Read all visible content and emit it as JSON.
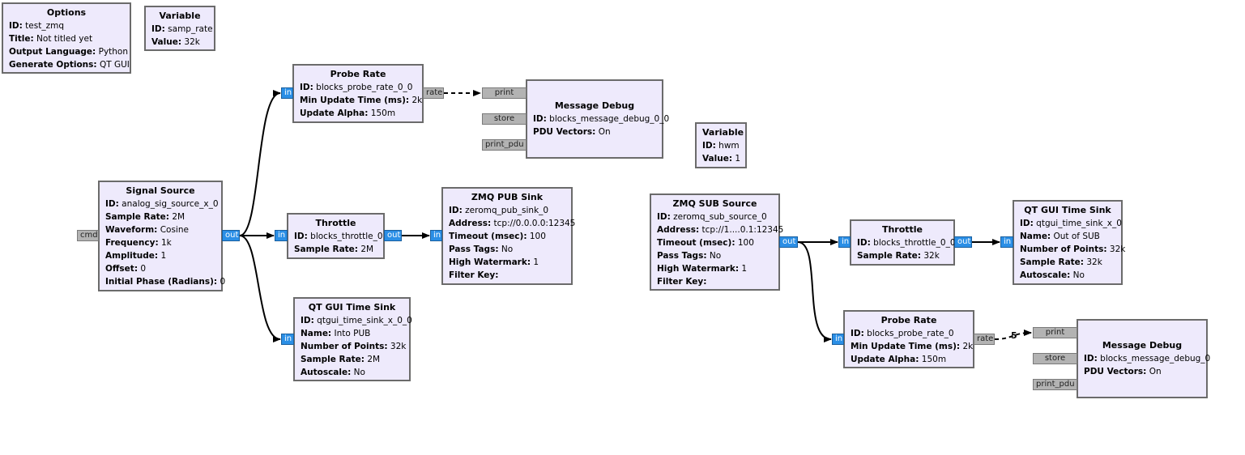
{
  "blocks": {
    "options": {
      "title": "Options",
      "props": [
        {
          "k": "ID:",
          "v": "test_zmq"
        },
        {
          "k": "Title:",
          "v": "Not titled yet"
        },
        {
          "k": "Output Language:",
          "v": "Python"
        },
        {
          "k": "Generate Options:",
          "v": "QT GUI"
        }
      ]
    },
    "variable_samp_rate": {
      "title": "Variable",
      "props": [
        {
          "k": "ID:",
          "v": "samp_rate"
        },
        {
          "k": "Value:",
          "v": "32k"
        }
      ]
    },
    "probe_rate_1": {
      "title": "Probe Rate",
      "props": [
        {
          "k": "ID:",
          "v": "blocks_probe_rate_0_0"
        },
        {
          "k": "Min Update Time (ms):",
          "v": "2k"
        },
        {
          "k": "Update Alpha:",
          "v": "150m"
        }
      ]
    },
    "message_debug_1": {
      "title": "Message Debug",
      "props": [
        {
          "k": "ID:",
          "v": "blocks_message_debug_0_0"
        },
        {
          "k": "PDU Vectors:",
          "v": "On"
        }
      ]
    },
    "variable_hwm": {
      "title": "Variable",
      "props": [
        {
          "k": "ID:",
          "v": "hwm"
        },
        {
          "k": "Value:",
          "v": "1"
        }
      ]
    },
    "signal_source": {
      "title": "Signal Source",
      "props": [
        {
          "k": "ID:",
          "v": "analog_sig_source_x_0"
        },
        {
          "k": "Sample Rate:",
          "v": "2M"
        },
        {
          "k": "Waveform:",
          "v": "Cosine"
        },
        {
          "k": "Frequency:",
          "v": "1k"
        },
        {
          "k": "Amplitude:",
          "v": "1"
        },
        {
          "k": "Offset:",
          "v": "0"
        },
        {
          "k": "Initial Phase (Radians):",
          "v": "0"
        }
      ]
    },
    "throttle_1": {
      "title": "Throttle",
      "props": [
        {
          "k": "ID:",
          "v": "blocks_throttle_0"
        },
        {
          "k": "Sample Rate:",
          "v": "2M"
        }
      ]
    },
    "zmq_pub_sink": {
      "title": "ZMQ PUB Sink",
      "props": [
        {
          "k": "ID:",
          "v": "zeromq_pub_sink_0"
        },
        {
          "k": "Address:",
          "v": "tcp://0.0.0.0:12345"
        },
        {
          "k": "Timeout (msec):",
          "v": "100"
        },
        {
          "k": "Pass Tags:",
          "v": "No"
        },
        {
          "k": "High Watermark:",
          "v": "1"
        },
        {
          "k": "Filter Key:",
          "v": ""
        }
      ]
    },
    "qt_time_sink_1": {
      "title": "QT GUI Time Sink",
      "props": [
        {
          "k": "ID:",
          "v": "qtgui_time_sink_x_0_0"
        },
        {
          "k": "Name:",
          "v": "Into PUB"
        },
        {
          "k": "Number of Points:",
          "v": "32k"
        },
        {
          "k": "Sample Rate:",
          "v": "2M"
        },
        {
          "k": "Autoscale:",
          "v": "No"
        }
      ]
    },
    "zmq_sub_source": {
      "title": "ZMQ SUB Source",
      "props": [
        {
          "k": "ID:",
          "v": "zeromq_sub_source_0"
        },
        {
          "k": "Address:",
          "v": "tcp://1....0.1:12345"
        },
        {
          "k": "Timeout (msec):",
          "v": "100"
        },
        {
          "k": "Pass Tags:",
          "v": "No"
        },
        {
          "k": "High Watermark:",
          "v": "1"
        },
        {
          "k": "Filter Key:",
          "v": ""
        }
      ]
    },
    "throttle_2": {
      "title": "Throttle",
      "props": [
        {
          "k": "ID:",
          "v": "blocks_throttle_0_0"
        },
        {
          "k": "Sample Rate:",
          "v": "32k"
        }
      ]
    },
    "qt_time_sink_2": {
      "title": "QT GUI Time Sink",
      "props": [
        {
          "k": "ID:",
          "v": "qtgui_time_sink_x_0"
        },
        {
          "k": "Name:",
          "v": "Out of SUB"
        },
        {
          "k": "Number of Points:",
          "v": "32k"
        },
        {
          "k": "Sample Rate:",
          "v": "32k"
        },
        {
          "k": "Autoscale:",
          "v": "No"
        }
      ]
    },
    "probe_rate_2": {
      "title": "Probe Rate",
      "props": [
        {
          "k": "ID:",
          "v": "blocks_probe_rate_0"
        },
        {
          "k": "Min Update Time (ms):",
          "v": "2k"
        },
        {
          "k": "Update Alpha:",
          "v": "150m"
        }
      ]
    },
    "message_debug_2": {
      "title": "Message Debug",
      "props": [
        {
          "k": "ID:",
          "v": "blocks_message_debug_0"
        },
        {
          "k": "PDU Vectors:",
          "v": "On"
        }
      ]
    }
  },
  "ports": {
    "in": "in",
    "out": "out",
    "cmd": "cmd",
    "rate": "rate",
    "print": "print",
    "store": "store",
    "print_pdu": "print_pdu"
  },
  "connection_label": "5",
  "colors": {
    "block_fill": "#eeeafc",
    "stream_port": "#2b8fe6",
    "message_port": "#b3b3b3"
  }
}
